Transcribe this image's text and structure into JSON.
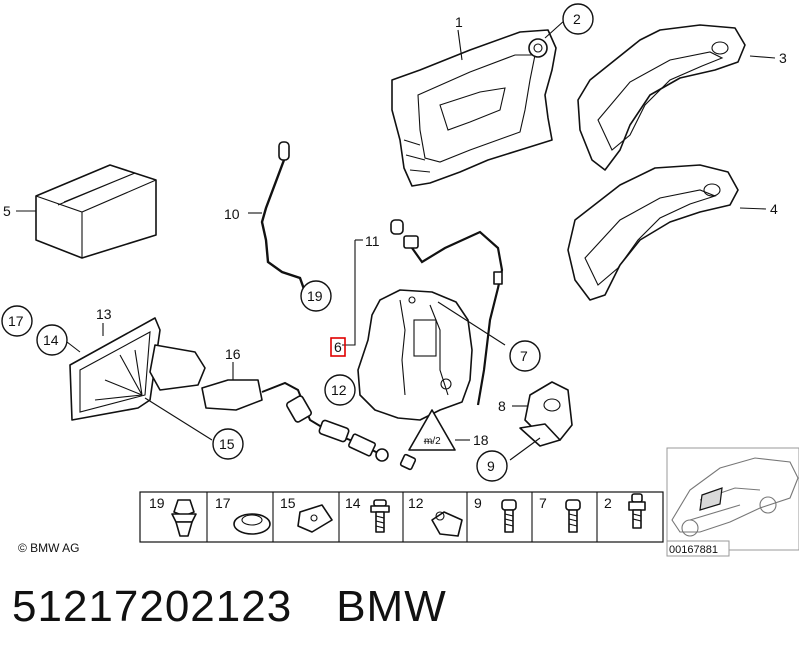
{
  "copyright": "© BMW AG",
  "image_number": "00167881",
  "caption": {
    "part_number": "51217202123",
    "brand": "BMW"
  },
  "callouts": {
    "c1": "1",
    "c2": "2",
    "c3": "3",
    "c4": "4",
    "c5": "5",
    "c6": "6",
    "c7": "7",
    "c8": "8",
    "c9": "9",
    "c10": "10",
    "c11": "11",
    "c12": "12",
    "c13": "13",
    "c14": "14",
    "c15": "15",
    "c16": "16",
    "c17": "17",
    "c18": "18",
    "c19": "19"
  },
  "highlighted_callout": "6",
  "fastener_strip": [
    "19",
    "17",
    "15",
    "14",
    "12",
    "9",
    "7",
    "2"
  ],
  "colors": {
    "line": "#111111",
    "highlight": "#e00000",
    "shade": "#d9d9d9"
  }
}
